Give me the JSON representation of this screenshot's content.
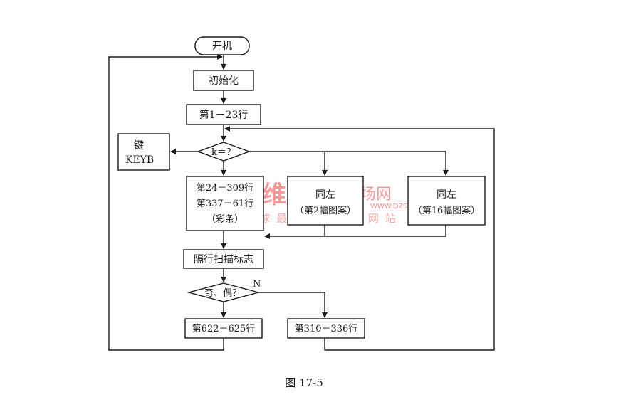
{
  "flowchart": {
    "start": "开机",
    "init": "初始化",
    "rows_1_23": "第1－23行",
    "key_box_line1": "键",
    "key_box_line2": "KEYB",
    "decision_k": "k＝？",
    "rows_color_line1": "第24－309行",
    "rows_color_line2": "第337－61行",
    "rows_color_line3": "（彩条）",
    "same_left_1_line1": "同左",
    "same_left_1_line2": "（第2幅图案）",
    "same_left_2_line1": "同左",
    "same_left_2_line2": "（第16幅图案）",
    "interlace_flag": "隔行扫描标志",
    "decision_odd_even": "奇、偶？",
    "label_n": "N",
    "rows_622_625": "第622－625行",
    "rows_310_336": "第310－336行"
  },
  "caption": "图 17-5",
  "watermark": {
    "brand": "维库",
    "brand_rest": "电子市场网",
    "url": "WWW.DZSC.COM",
    "tm": "TM",
    "slogan": "全球最大IC采购网站"
  }
}
